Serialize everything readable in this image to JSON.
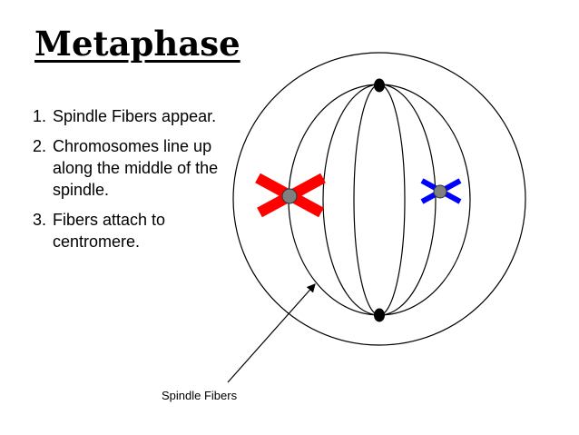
{
  "title": "Metaphase",
  "steps": [
    {
      "number": "1.",
      "text": "Spindle Fibers appear."
    },
    {
      "number": "2.",
      "text": "Chromosomes line up along the middle of the spindle."
    },
    {
      "number": "3.",
      "text": "Fibers attach to centromere."
    }
  ],
  "diagram": {
    "callout_label": "Spindle Fibers",
    "chromosome_colors": {
      "left": "#ff0000",
      "right": "#0000ff"
    },
    "centromere_color": "#808080",
    "pole_color": "#000000"
  }
}
